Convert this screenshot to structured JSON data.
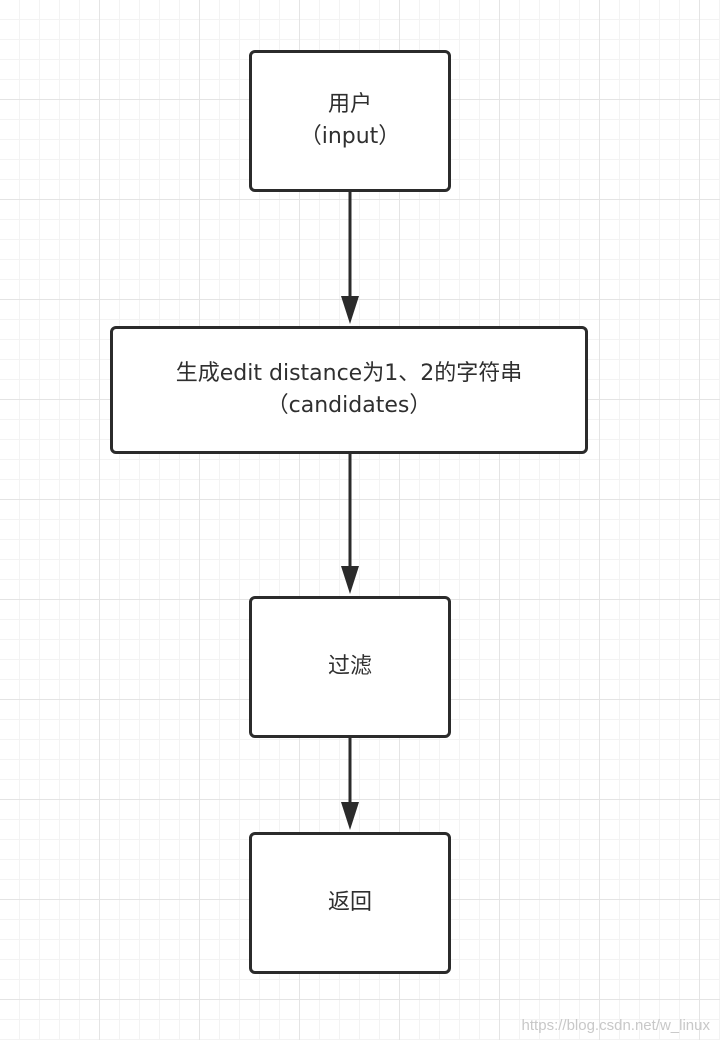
{
  "nodes": {
    "user": {
      "line1": "用户",
      "line2": "（input）"
    },
    "generate": {
      "line1": "生成edit distance为1、2的字符串",
      "line2": "（candidates）"
    },
    "filter": {
      "line1": "过滤"
    },
    "return": {
      "line1": "返回"
    }
  },
  "edges": [
    {
      "from": "user",
      "to": "generate"
    },
    {
      "from": "generate",
      "to": "filter"
    },
    {
      "from": "filter",
      "to": "return"
    }
  ],
  "watermark": "https://blog.csdn.net/w_linux",
  "colors": {
    "stroke": "#2b2b2b",
    "text": "#2f2f2f",
    "grid_major": "#e4e4e4",
    "grid_minor": "#f3f3f3",
    "background": "#ffffff"
  }
}
